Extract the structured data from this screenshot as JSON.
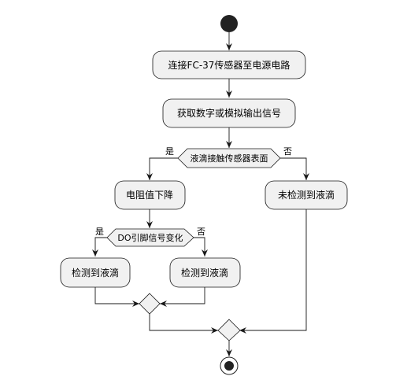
{
  "diagram": {
    "actions": {
      "connect": "连接FC-37传感器至电源电路",
      "acquire": "获取数字或模拟输出信号",
      "resistance_drop": "电阻值下降",
      "not_detected": "未检测到液滴",
      "detected_left": "检测到液滴",
      "detected_right": "检测到液滴"
    },
    "decisions": {
      "contact_surface": "液滴接触传感器表面",
      "do_pin_change": "DO引脚信号变化"
    },
    "branches": {
      "yes_1": "是",
      "no_1": "否",
      "yes_2": "是",
      "no_2": "否"
    }
  }
}
